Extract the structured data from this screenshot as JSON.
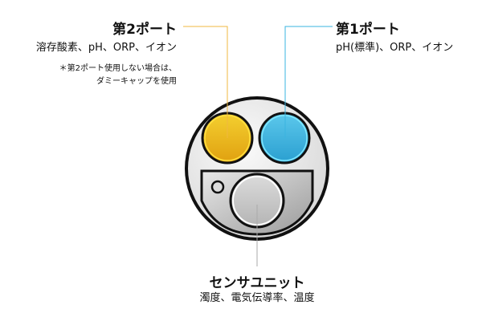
{
  "port2": {
    "title": "第2ポート",
    "desc": "溶存酸素、pH、ORP、イオン",
    "note_line1": "＊第2ポート使用しない場合は、",
    "note_line2": "ダミーキャップを使用",
    "color": "#f0b820"
  },
  "port1": {
    "title": "第1ポート",
    "desc": "pH(標準)、ORP、イオン",
    "color": "#3ab4e0"
  },
  "sensor_unit": {
    "title": "センサユニット",
    "desc": "濁度、電気伝導率、温度",
    "color": "#c8c8c8"
  }
}
